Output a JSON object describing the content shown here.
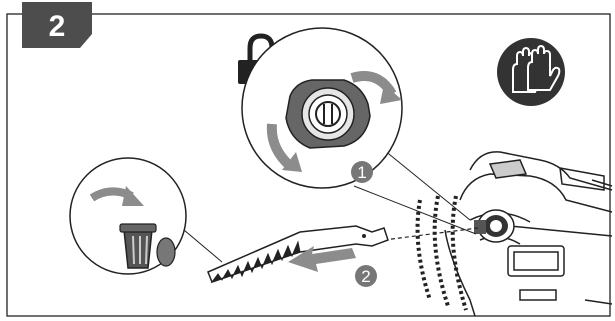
{
  "step": {
    "number": "2"
  },
  "callouts": [
    {
      "number": "1",
      "icon": "rotate-arrows-icon"
    },
    {
      "number": "2",
      "icon": "pull-out-arrow-icon"
    }
  ],
  "icons": {
    "unlock": "unlocked-padlock-icon",
    "gloves": "protective-gloves-icon",
    "trash": "dispose-trash-icon"
  },
  "colors": {
    "step_badge": "#4d4d4d",
    "callout_badge": "#777777",
    "arrow_gray": "#8c8c8c",
    "line": "#222222"
  }
}
